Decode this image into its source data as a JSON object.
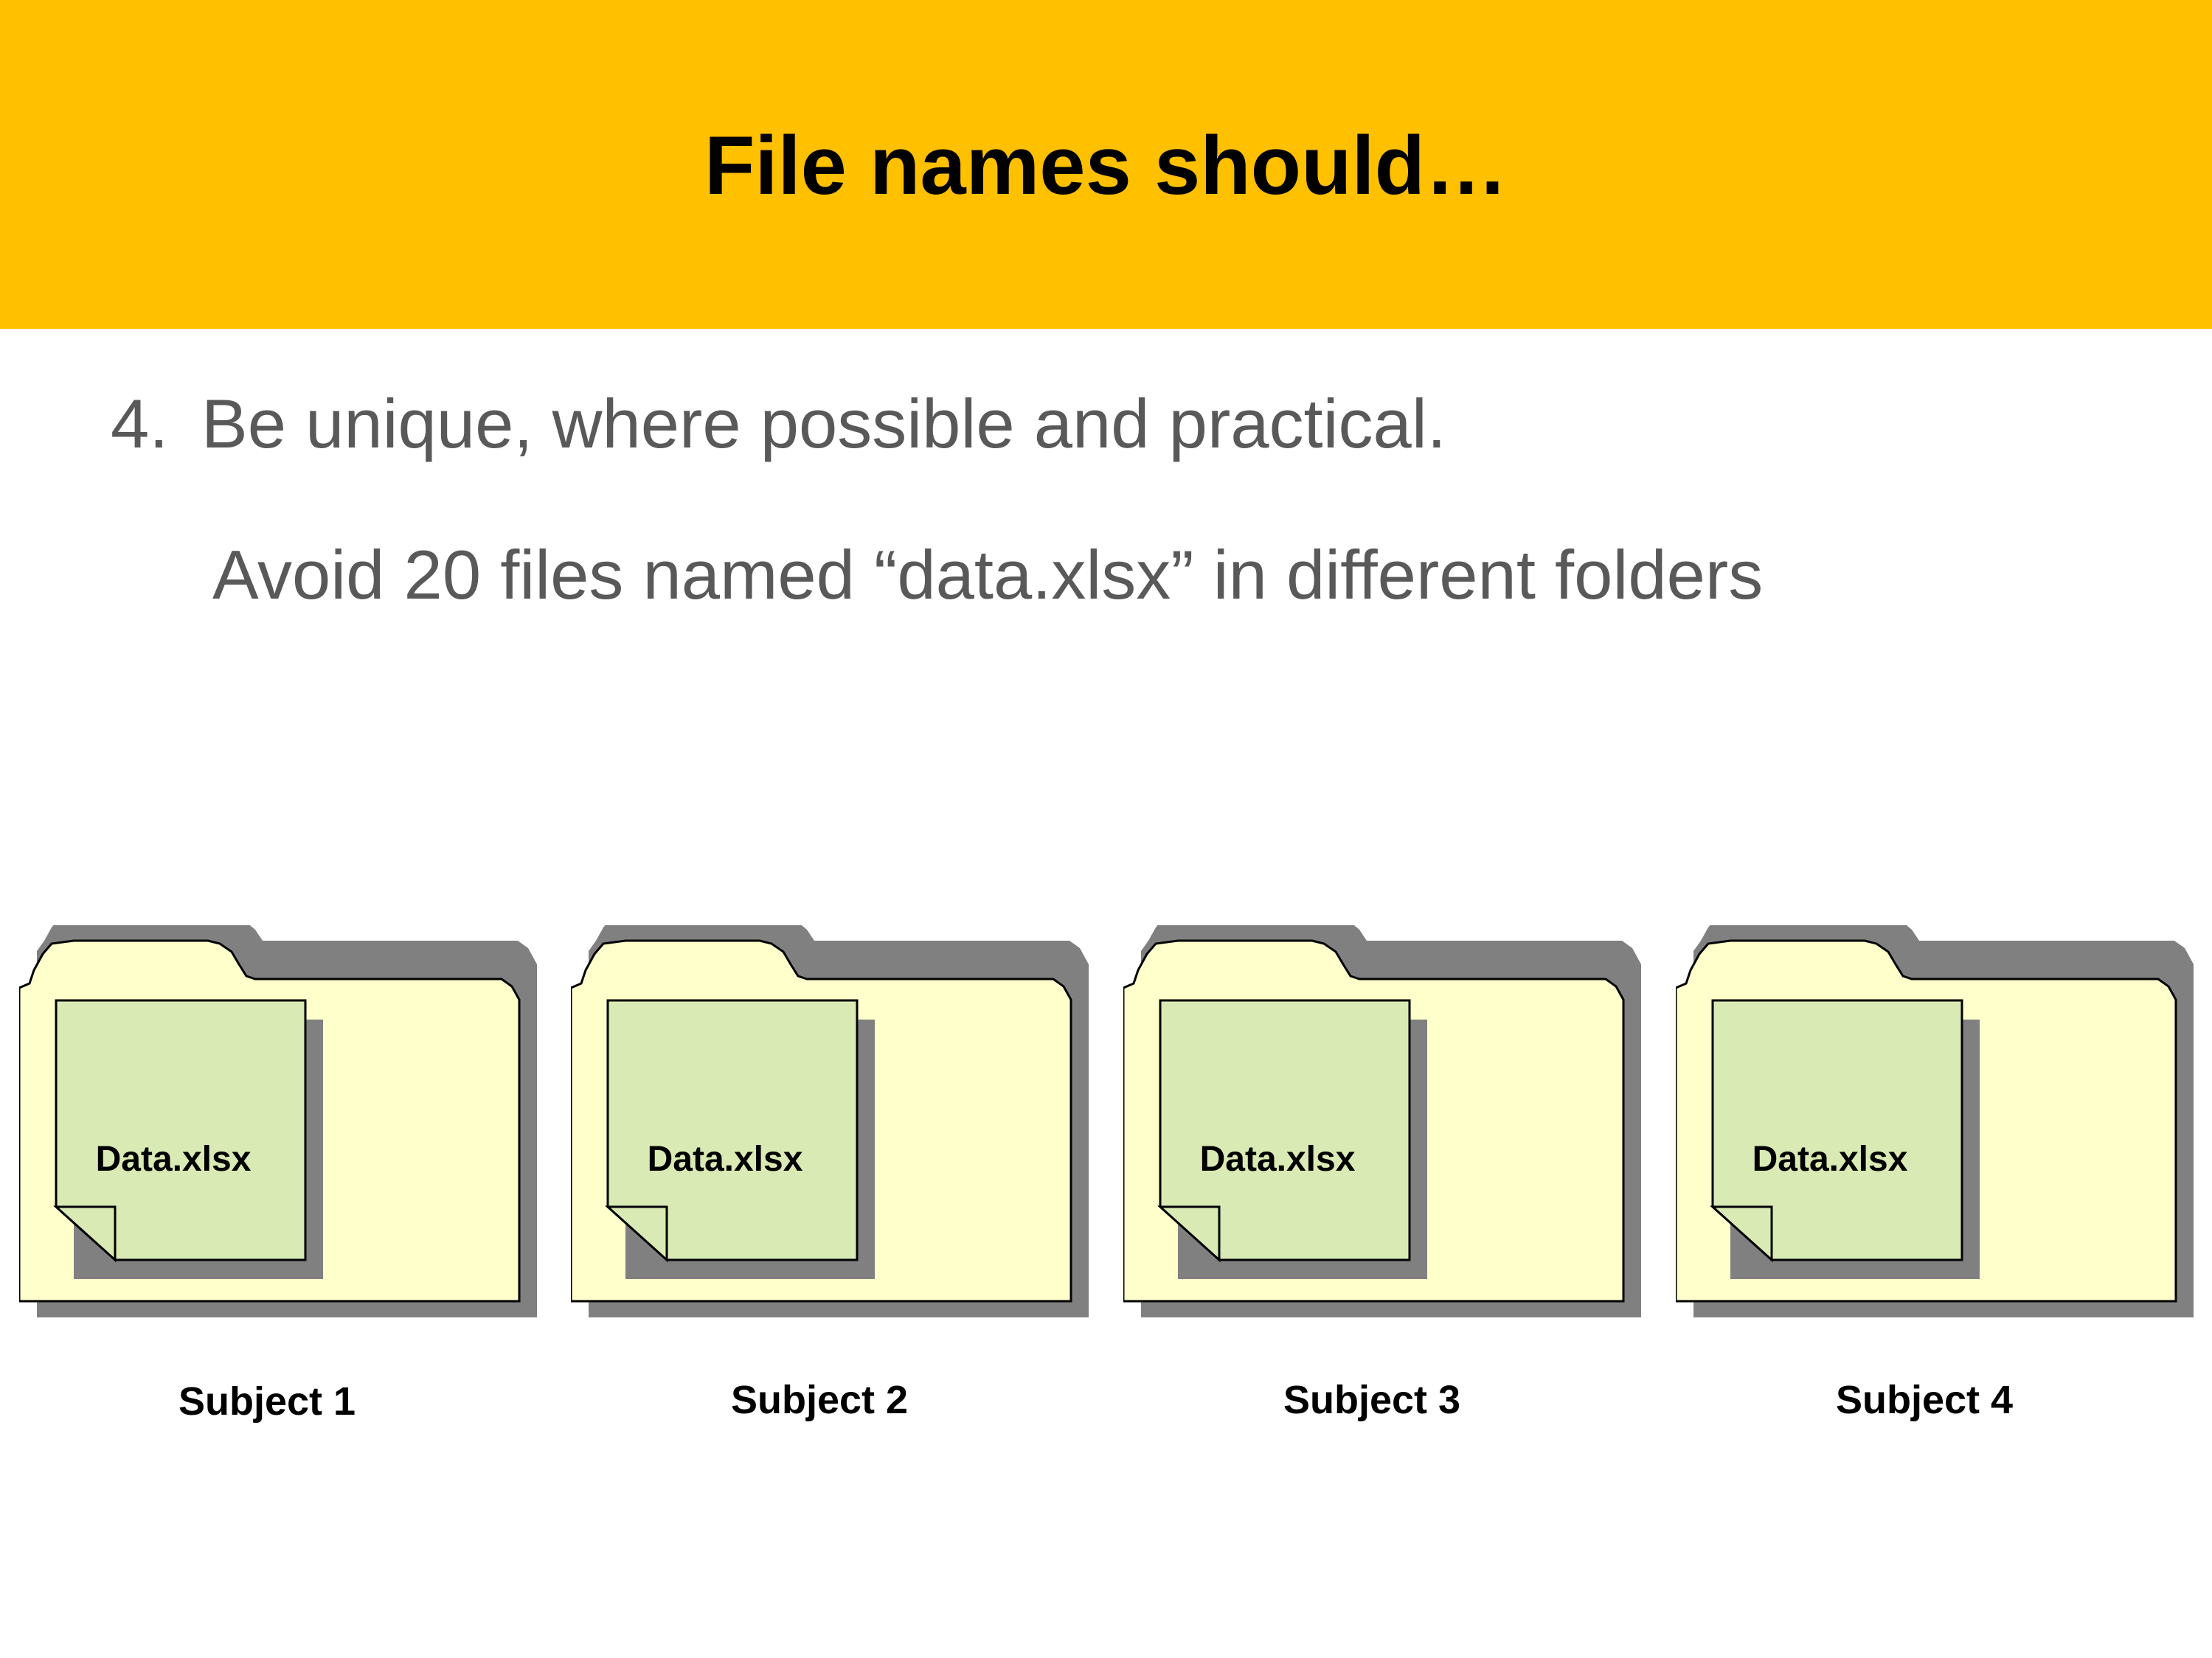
{
  "slide": {
    "title": "File names should…",
    "point_number": "4.",
    "point_text": "Be unique, where possible and practical.",
    "sub_text": "Avoid 20 files named “data.xlsx” in different folders"
  },
  "colors": {
    "title_bar": "#FFC000",
    "folder_fill": "#FFFFCC",
    "file_fill": "#D9EAB4",
    "shadow": "#808080",
    "body_text": "#595959"
  },
  "folders": [
    {
      "name": "Subject 1",
      "file": "Data.xlsx",
      "icon": "folder-icon"
    },
    {
      "name": "Subject 2",
      "file": "Data.xlsx",
      "icon": "folder-icon"
    },
    {
      "name": "Subject 3",
      "file": "Data.xlsx",
      "icon": "folder-icon"
    },
    {
      "name": "Subject 4",
      "file": "Data.xlsx",
      "icon": "folder-icon"
    }
  ]
}
